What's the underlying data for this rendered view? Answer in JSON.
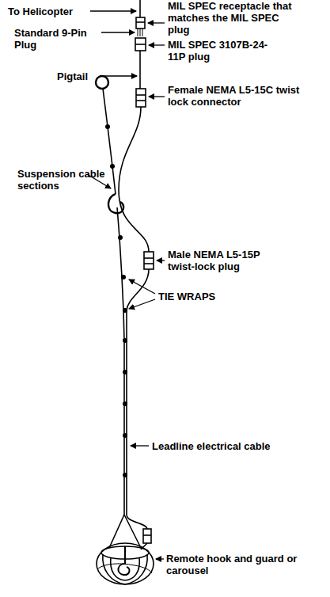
{
  "diagram": {
    "labels": [
      "To Helicopter",
      "MIL SPEC receptacle that matches the MIL SPEC plug",
      "Standard 9-Pin Plug",
      "MIL SPEC 3107B-24-11P plug",
      "Pigtail",
      "Female NEMA L5-15C twist lock connector",
      "Suspension cable sections",
      "Male NEMA L5-15P twist-lock plug",
      "TIE WRAPS",
      "Leadline electrical cable",
      "Remote hook and guard or carousel"
    ]
  }
}
